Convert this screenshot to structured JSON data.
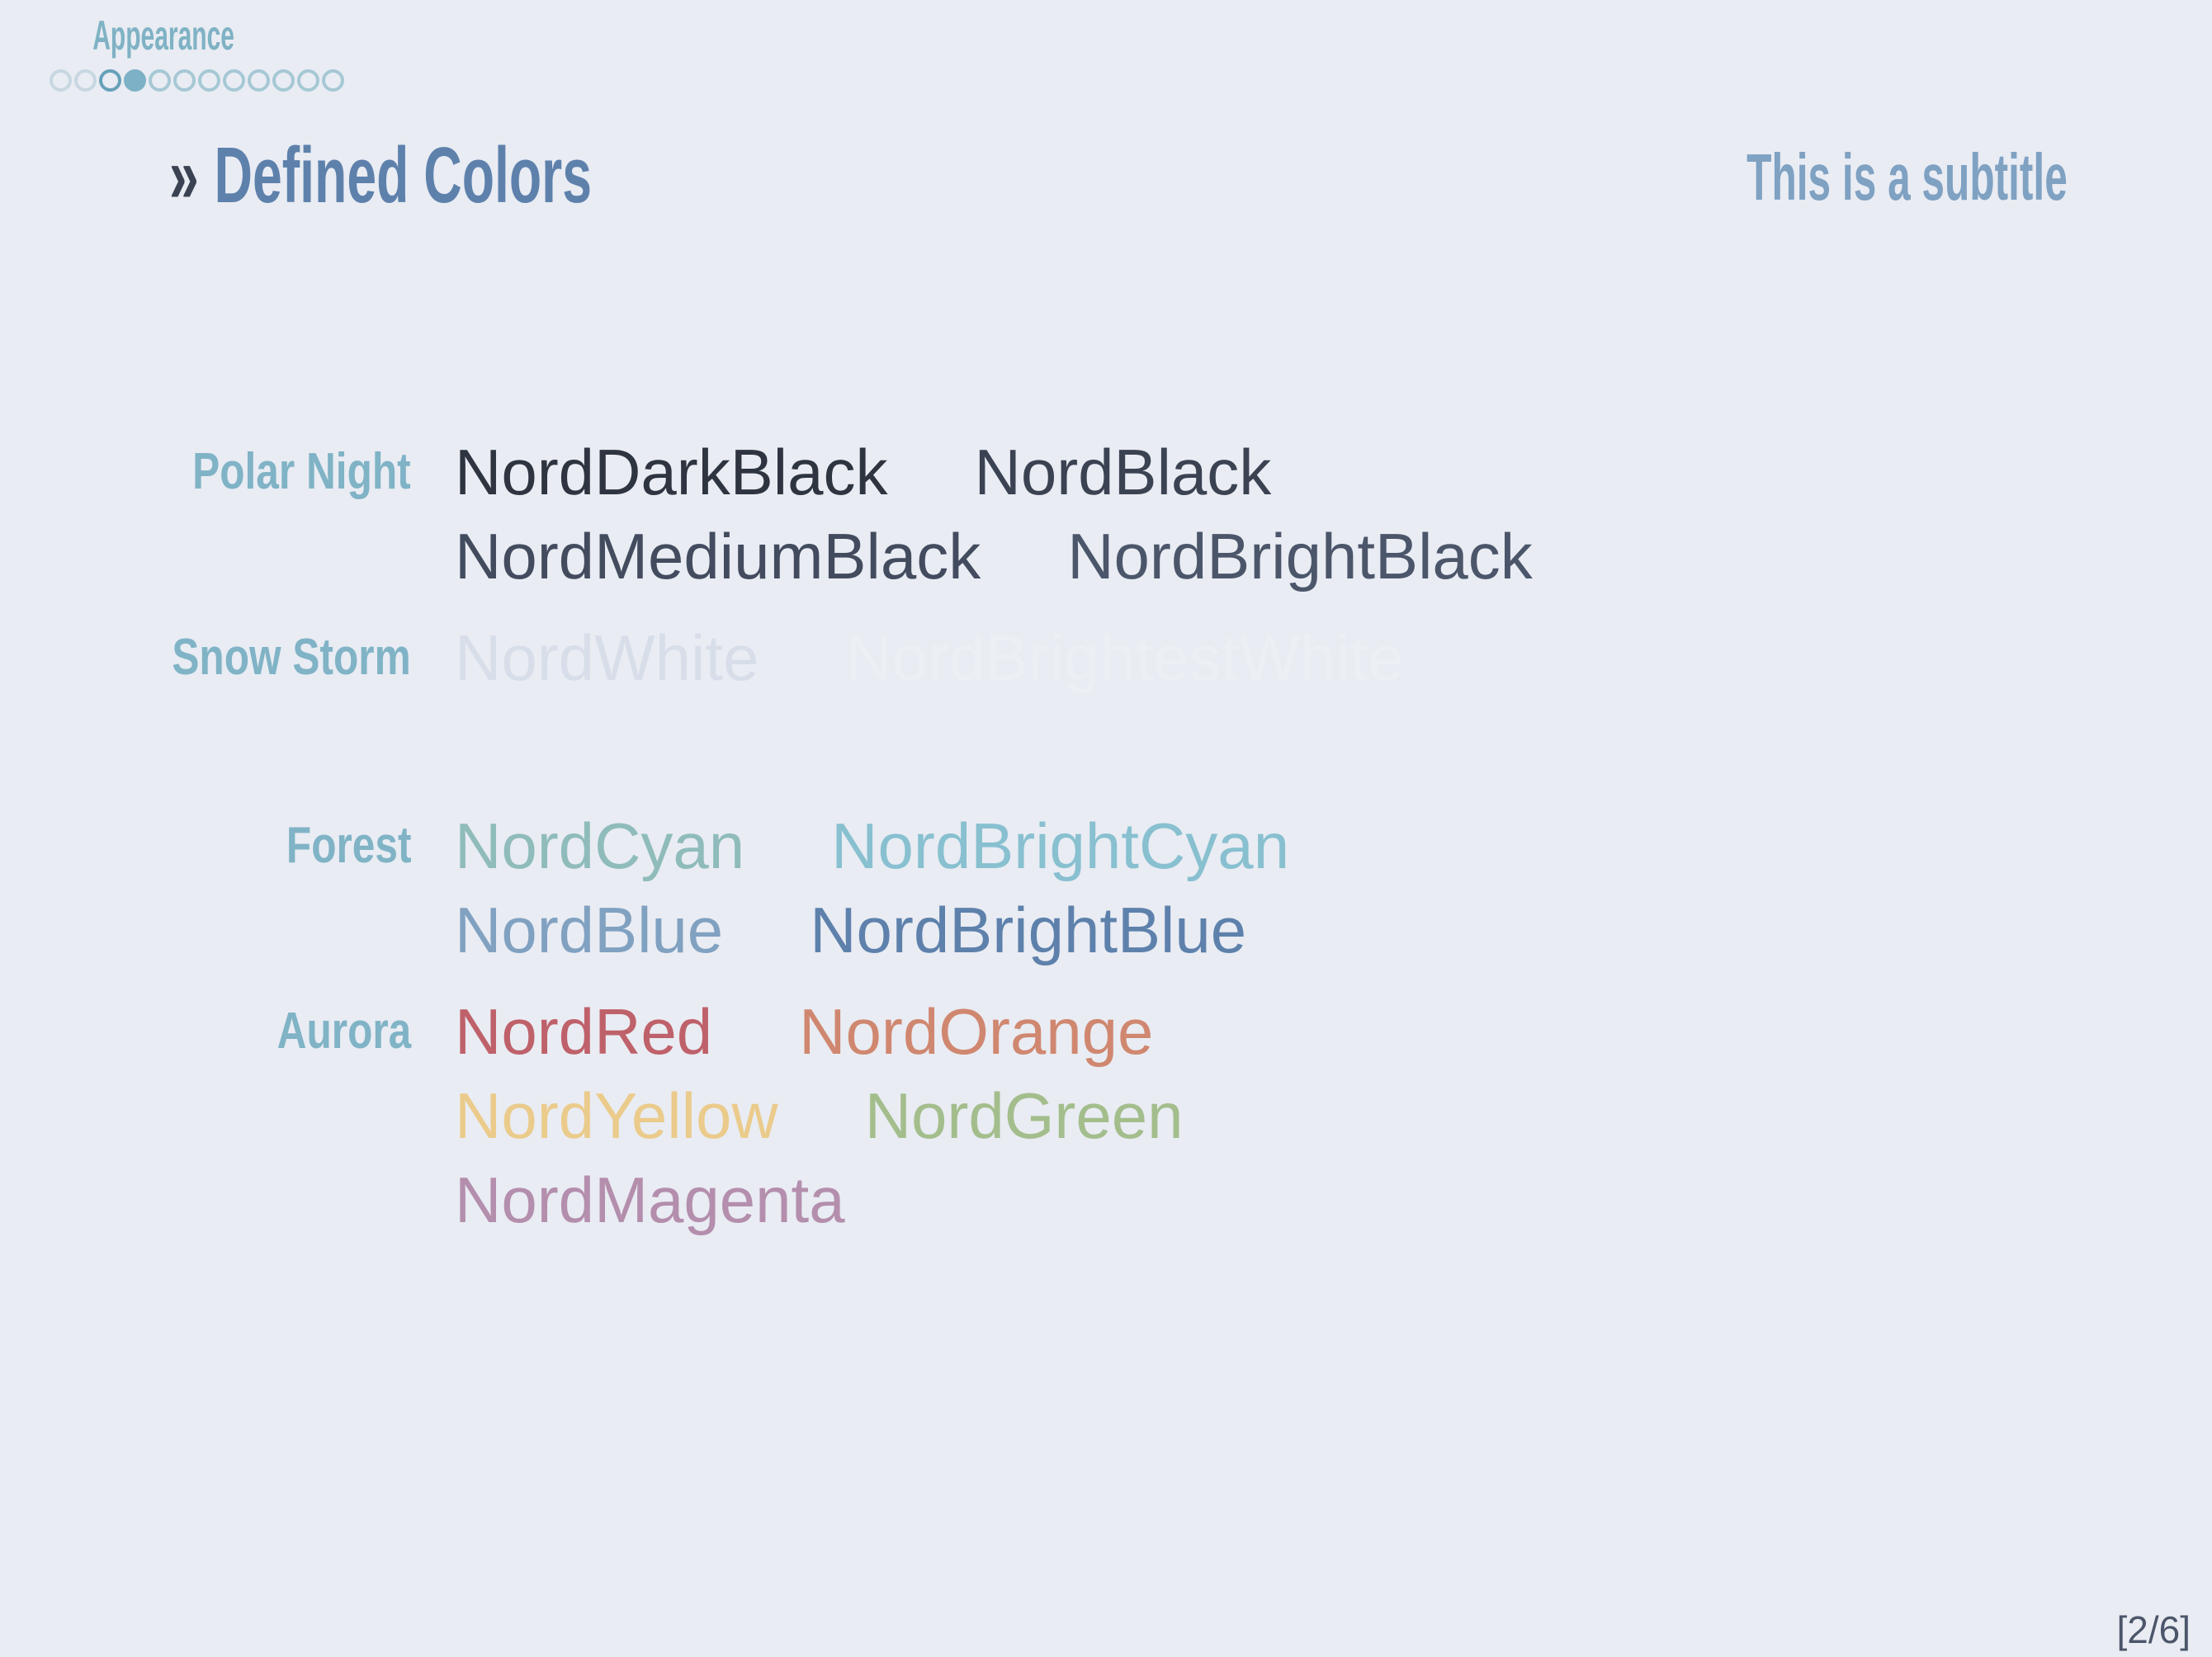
{
  "slide": {
    "background": "#e9ecf3"
  },
  "header": {
    "section_label": "Appearance",
    "section_label_color": "#7fb2c4",
    "progress_dots": {
      "total": 12,
      "states": [
        "dim",
        "dim",
        "ring-strong",
        "filled",
        "ring",
        "ring",
        "ring",
        "ring",
        "ring",
        "ring",
        "ring",
        "ring"
      ],
      "colors": {
        "dim": "#c7d7e1",
        "ring": "#a6c8d5",
        "ring-strong": "#66a1b9",
        "filled": "#7db1c5"
      }
    },
    "title_marker": "»",
    "title_marker_color": "#3b4252",
    "title": "Defined Colors",
    "title_color": "#5e81ac",
    "subtitle": "This is a subtitle",
    "subtitle_color": "#7fa1c2"
  },
  "palette": {
    "label_color": "#80b3c6",
    "groups": [
      {
        "label": "Polar Night",
        "lines": [
          [
            {
              "name": "NordDarkBlack",
              "color": "#2e3440"
            },
            {
              "name": "NordBlack",
              "color": "#3b4252"
            }
          ],
          [
            {
              "name": "NordMediumBlack",
              "color": "#434c5e"
            },
            {
              "name": "NordBrightBlack",
              "color": "#4c566a"
            }
          ]
        ]
      },
      {
        "label": "Snow Storm",
        "lines": [
          [
            {
              "name": "NordWhite",
              "color": "#d8dee9"
            },
            {
              "name": "NordBrightestWhite",
              "color": "#eceff4"
            }
          ]
        ]
      },
      {
        "label": "Forest",
        "lines": [
          [
            {
              "name": "NordCyan",
              "color": "#8fbcbb"
            },
            {
              "name": "NordBrightCyan",
              "color": "#88c0d0"
            }
          ],
          [
            {
              "name": "NordBlue",
              "color": "#81a1c1"
            },
            {
              "name": "NordBrightBlue",
              "color": "#5e81ac"
            }
          ]
        ]
      },
      {
        "label": "Aurora",
        "lines": [
          [
            {
              "name": "NordRed",
              "color": "#bf616a"
            },
            {
              "name": "NordOrange",
              "color": "#d08770"
            }
          ],
          [
            {
              "name": "NordYellow",
              "color": "#ebcb8b"
            },
            {
              "name": "NordGreen",
              "color": "#a3be8c"
            }
          ],
          [
            {
              "name": "NordMagenta",
              "color": "#b48ead"
            }
          ]
        ]
      }
    ]
  },
  "footer": {
    "page_number": "[2/6]",
    "page_number_color": "#4c566a"
  }
}
